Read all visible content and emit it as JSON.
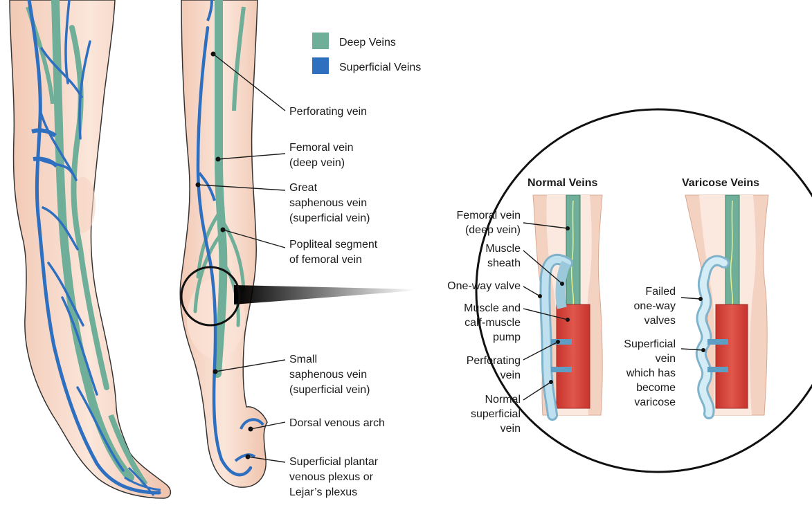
{
  "legend": {
    "deep_veins": "Deep Veins",
    "superficial_veins": "Superficial Veins"
  },
  "colors": {
    "deep_vein": "#6fae98",
    "superficial_vein": "#2f6fc0",
    "skin": "#f7dccd",
    "skin_shadow": "#ebbfa8",
    "muscle": "#d9413a",
    "valve_vein": "#a9d0e2",
    "outline": "#111111"
  },
  "leg_labels": {
    "perforating_vein": "Perforating vein",
    "femoral_vein_line1": "Femoral vein",
    "femoral_vein_line2": "(deep vein)",
    "great_saphenous_line1": "Great",
    "great_saphenous_line2": "saphenous vein",
    "great_saphenous_line3": "(superficial vein)",
    "popliteal_line1": "Popliteal segment",
    "popliteal_line2": "of femoral vein",
    "small_saphenous_line1": "Small",
    "small_saphenous_line2": "saphenous vein",
    "small_saphenous_line3": "(superficial vein)",
    "dorsal_arch": "Dorsal venous arch",
    "plantar_line1": "Superficial plantar",
    "plantar_line2": "venous plexus or",
    "plantar_line3": "Lejar’s plexus"
  },
  "inset": {
    "normal_title": "Normal Veins",
    "varicose_title": "Varicose Veins",
    "femoral_line1": "Femoral vein",
    "femoral_line2": "(deep vein)",
    "muscle_sheath_line1": "Muscle",
    "muscle_sheath_line2": "sheath",
    "one_way_valve": "One-way valve",
    "muscle_pump_line1": "Muscle and",
    "muscle_pump_line2": "calf-muscle",
    "muscle_pump_line3": "pump",
    "perforating_line1": "Perforating",
    "perforating_line2": "vein",
    "normal_superficial_line1": "Normal",
    "normal_superficial_line2": "superficial",
    "normal_superficial_line3": "vein",
    "failed_line1": "Failed",
    "failed_line2": "one-way",
    "failed_line3": "valves",
    "varicose_line1": "Superficial",
    "varicose_line2": "vein",
    "varicose_line3": "which has",
    "varicose_line4": "become",
    "varicose_line5": "varicose"
  }
}
